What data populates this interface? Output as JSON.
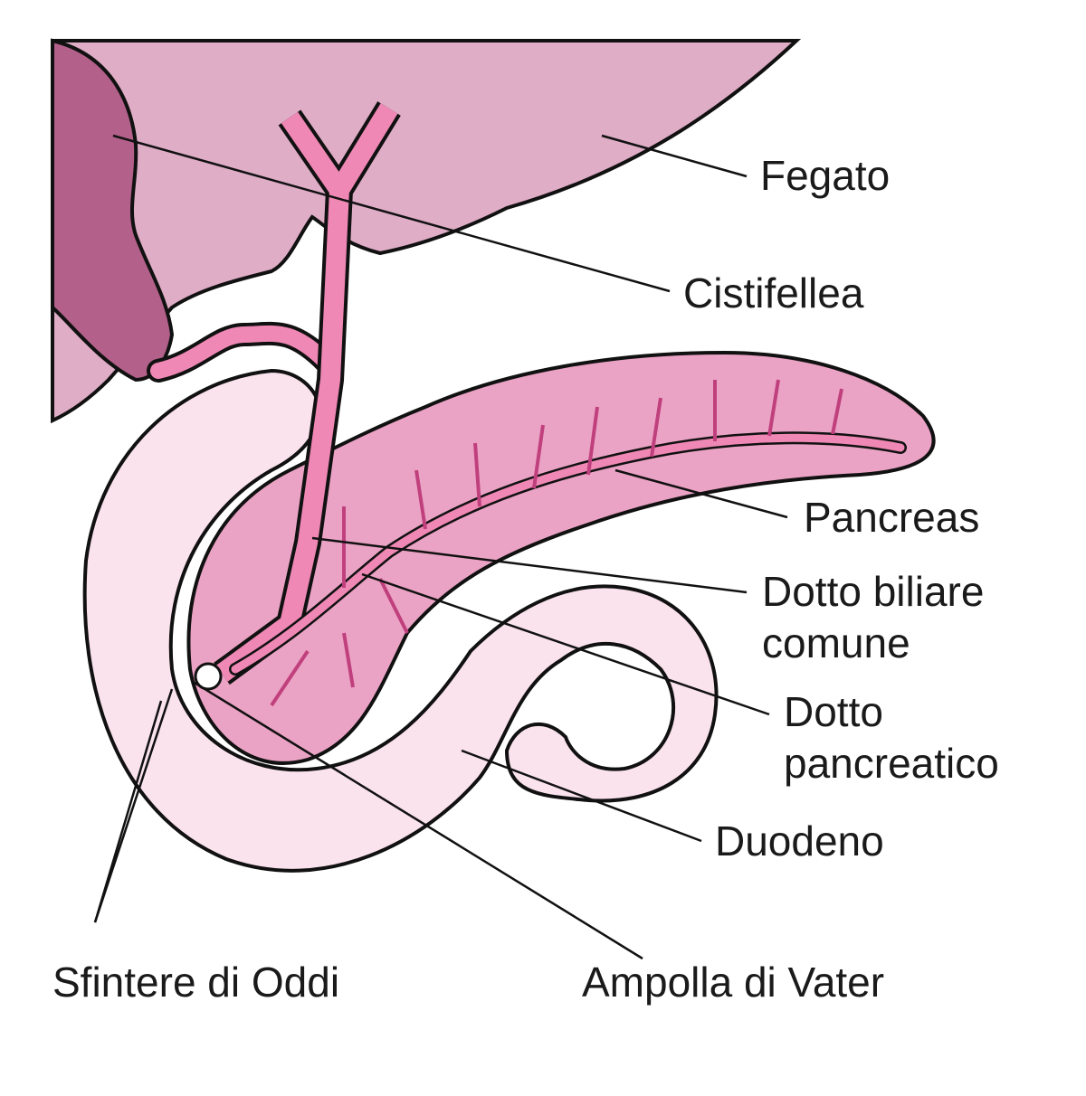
{
  "labels": {
    "liver": "Fegato",
    "gallbladder": "Cistifellea",
    "pancreas": "Pancreas",
    "common_bile_duct_1": "Dotto biliare",
    "common_bile_duct_2": "comune",
    "pancreatic_duct_1": "Dotto",
    "pancreatic_duct_2": "pancreatico",
    "duodenum": "Duodeno",
    "sphincter": "Sfintere di Oddi",
    "ampulla": "Ampolla di Vater"
  },
  "colors": {
    "liver": "#dfadc6",
    "gallbladder": "#b3608a",
    "duct": "#ef88b5",
    "pancreas": "#eba3c5",
    "duodenum": "#fbe3ee"
  }
}
